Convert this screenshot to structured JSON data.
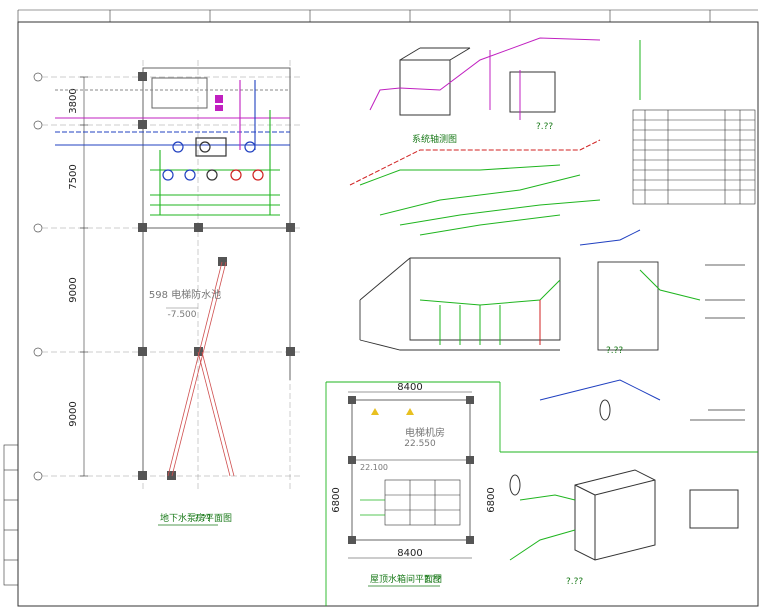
{
  "plan_left": {
    "dims": [
      "3800",
      "7500",
      "9000",
      "9000"
    ],
    "room_label": "598 电梯防水池",
    "level": "-7.500",
    "caption": "地下水泵房平面图",
    "scale": "?.??"
  },
  "plan_bottom": {
    "top_dim": "8400",
    "bottom_dim": "8400",
    "side_dim_left": "6800",
    "side_dim_right": "6800",
    "room_label": "电梯机房",
    "level": "22.550",
    "sub_level": "22.100",
    "caption": "屋顶水箱间平面图",
    "scale": "?.??"
  },
  "iso_captions": [
    {
      "text": "系统轴测图"
    },
    {
      "text": "?.??"
    },
    {
      "text": "?.??"
    },
    {
      "text": "?.??"
    }
  ],
  "colors": {
    "green": "#1fb51f",
    "blue": "#2040c0",
    "magenta": "#c020c0",
    "red": "#d02020",
    "gray": "#888888"
  }
}
